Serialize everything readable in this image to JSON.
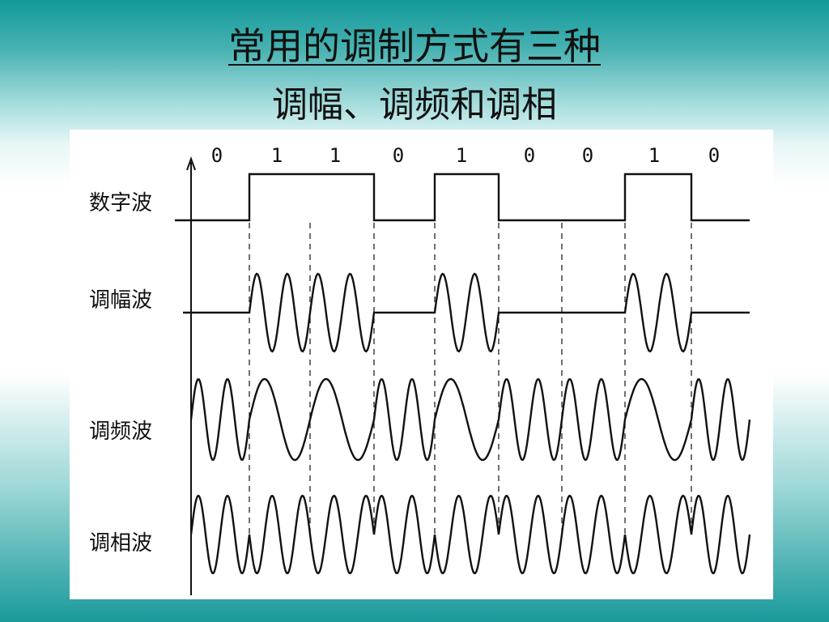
{
  "slide": {
    "title": "常用的调制方式有三种",
    "subtitle": "调幅、调频和调相"
  },
  "figure": {
    "bits": [
      "0",
      "1",
      "1",
      "0",
      "1",
      "0",
      "0",
      "1",
      "0"
    ],
    "labels": {
      "digital": "数字波",
      "am": "调幅波",
      "fm": "调频波",
      "pm": "调相波"
    }
  },
  "colors": {
    "teal": "#12999a",
    "ink": "#111111"
  }
}
